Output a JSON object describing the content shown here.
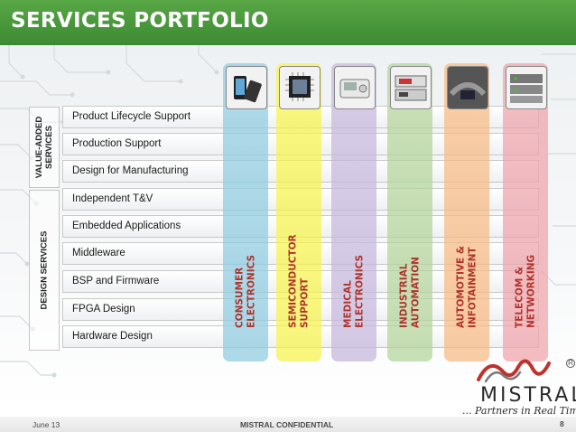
{
  "title": "SERVICES PORTFOLIO",
  "groups": [
    {
      "label_lines": [
        "VALUE-ADDED",
        "SERVICES"
      ]
    },
    {
      "label_lines": [
        "DESIGN SERVICES"
      ]
    }
  ],
  "services": [
    {
      "label": "Product Lifecycle Support"
    },
    {
      "label": "Production Support"
    },
    {
      "label": "Design for Manufacturing"
    },
    {
      "label": "Independent T&V"
    },
    {
      "label": "Embedded Applications"
    },
    {
      "label": "Middleware"
    },
    {
      "label": "BSP and Firmware"
    },
    {
      "label": "FPGA Design"
    },
    {
      "label": "Hardware Design"
    }
  ],
  "domains": [
    {
      "lines": [
        "CONSUMER",
        "ELECTRONICS"
      ],
      "icon": "smartphone-icon",
      "color": "#8ecbe0"
    },
    {
      "lines": [
        "SEMICONDUCTOR",
        "SUPPORT"
      ],
      "icon": "chip-icon",
      "color": "#f7f44a"
    },
    {
      "lines": [
        "MEDICAL",
        "ELECTRONICS"
      ],
      "icon": "blood-pressure-monitor-icon",
      "color": "#c6b7dc"
    },
    {
      "lines": [
        "INDUSTRIAL",
        "AUTOMATION"
      ],
      "icon": "control-panel-icon",
      "color": "#b4d49a"
    },
    {
      "lines": [
        "AUTOMOTIVE  &",
        "INFOTAINMENT"
      ],
      "icon": "car-dashboard-icon",
      "color": "#f7b982"
    },
    {
      "lines": [
        "TELECOM  &",
        "NETWORKING"
      ],
      "icon": "network-equipment-icon",
      "color": "#eea3aa"
    }
  ],
  "label_color": "#b0332b",
  "brand_color": "#3d8a33",
  "logo": {
    "name": "MISTRAL",
    "tagline": "... Partners in Real Time",
    "reg": "R"
  },
  "footer": {
    "date": "June 13",
    "confidential": "MISTRAL CONFIDENTIAL",
    "page": "8"
  }
}
